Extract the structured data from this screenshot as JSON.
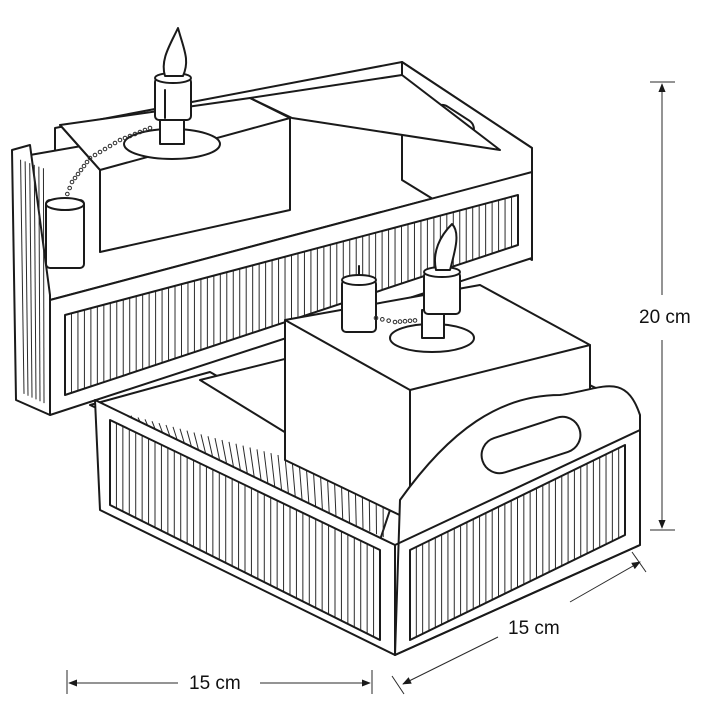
{
  "dimensions": {
    "height": "20 cm",
    "depth": "15 cm",
    "width": "15 cm"
  },
  "colors": {
    "line": "#1a1a1a",
    "background": "#ffffff"
  }
}
